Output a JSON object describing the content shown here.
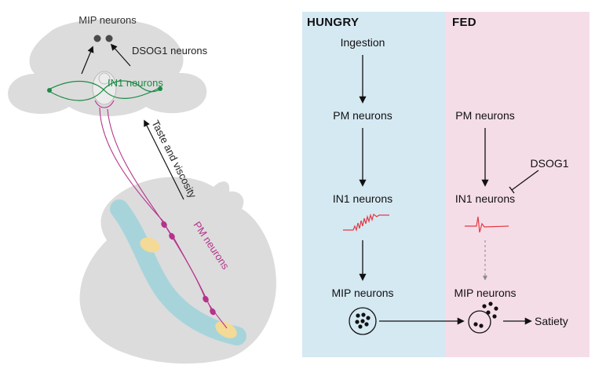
{
  "left_diagram": {
    "mip_label": "MIP neurons",
    "dsog1_label": "DSOG1 neurons",
    "in1_label": "IN1 neurons",
    "taste_label": "Taste and viscosity",
    "pm_label": "PM neurons",
    "colors": {
      "body_gray": "#dcdcdc",
      "gut_teal": "#a7d4da",
      "neuron_magenta": "#b5338c",
      "in1_green": "#1d8a45",
      "soma_dark": "#4a4a4a",
      "gland_yellow": "#f3da96"
    }
  },
  "hungry_panel": {
    "title": "HUNGRY",
    "background": "#d5e9f3",
    "ingestion_label": "Ingestion",
    "pm_label": "PM neurons",
    "in1_label": "IN1 neurons",
    "mip_label": "MIP neurons"
  },
  "fed_panel": {
    "title": "FED",
    "background": "#f5dde7",
    "pm_label": "PM neurons",
    "dsog1_label": "DSOG1",
    "in1_label": "IN1 neurons",
    "mip_label": "MIP neurons",
    "satiety_label": "Satiety"
  },
  "colors": {
    "trace_red": "#e23a44",
    "arrow_black": "#111111",
    "dashed_gray": "#888888"
  }
}
